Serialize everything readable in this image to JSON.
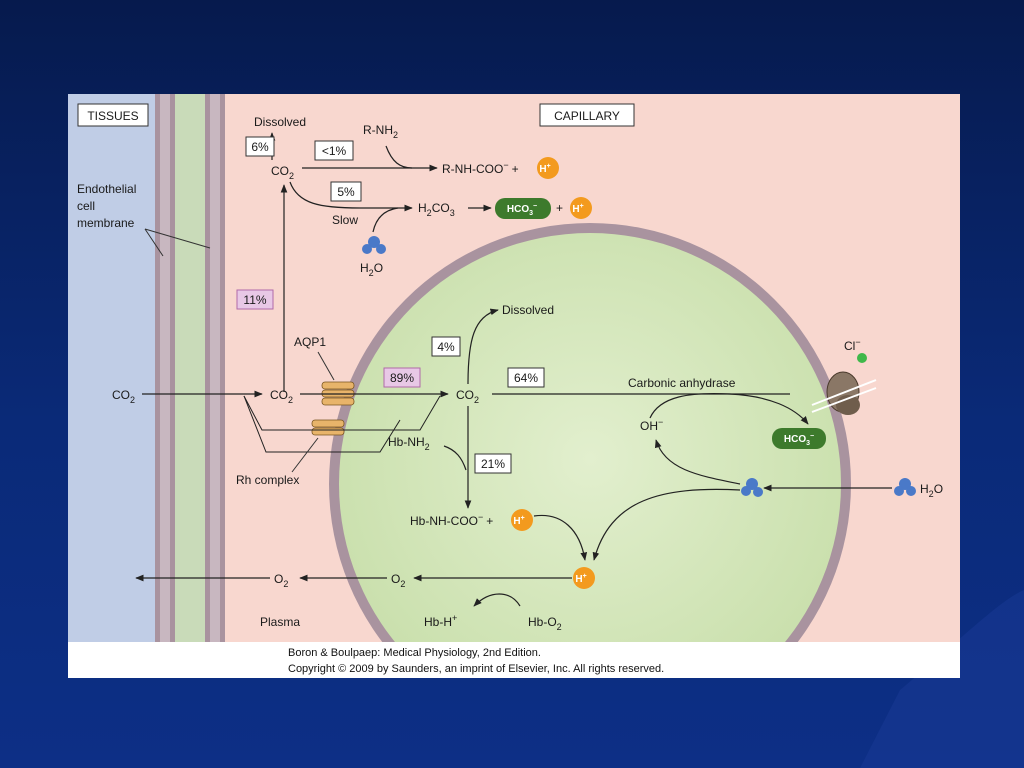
{
  "labels": {
    "tissues": "TISSUES",
    "capillary": "CAPILLARY",
    "endo_line1": "Endothelial",
    "endo_line2": "cell",
    "endo_line3": "membrane",
    "dissolved_top": "Dissolved",
    "co2_top": "CO",
    "rnh2": "R-NH",
    "rnhcoo": "R-NH-COO",
    "slow": "Slow",
    "h2co3": "H",
    "h2o_top": "H",
    "aqp1": "AQP1",
    "co2_left": "CO",
    "co2_mid": "CO",
    "co2_rbc": "CO",
    "dissolved_rbc": "Dissolved",
    "carbonic_anhydrase": "Carbonic anhydrase",
    "oh": "OH",
    "cl": "Cl",
    "hb_nh2": "Hb-NH",
    "hb_nhcoo": "Hb-NH-COO",
    "rh_complex": "Rh complex",
    "h2o_right": "H",
    "o2_left": "O",
    "o2_mid": "O",
    "plasma": "Plasma",
    "hbh": "Hb-H",
    "hbo2": "Hb-O",
    "sub2": "2",
    "sub3": "3",
    "plus": "+",
    "minus": "−",
    "ion_h": "H",
    "ion_hco3": "HCO"
  },
  "percentages": {
    "p6": "6%",
    "p1": "<1%",
    "p5": "5%",
    "p11": "11%",
    "p89": "89%",
    "p4": "4%",
    "p64": "64%",
    "p21": "21%"
  },
  "caption": {
    "line1": "Boron & Boulpaep: Medical Physiology, 2nd Edition.",
    "line2": "Copyright © 2009 by Saunders, an imprint of Elsevier, Inc. All rights reserved."
  },
  "colors": {
    "tissue_blue": "#c0cde6",
    "endothelium_green": "#c9dbb9",
    "membrane_mauve": "#a9939f",
    "plasma_pink": "#f8d7cf",
    "rbc_green": "#d3e6bc",
    "ion_orange": "#f39a1e",
    "hco3_green": "#3d7a2c",
    "water_blue": "#4a79c8",
    "box_purple": "#e8c8e6",
    "box_purple_border": "#b06aa8"
  }
}
